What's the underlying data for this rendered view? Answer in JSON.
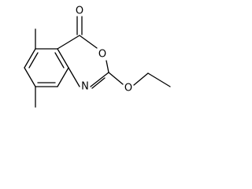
{
  "molecule": {
    "atoms": {
      "carbonyl_oxygen": "O",
      "ring_oxygen": "O",
      "ring_nitrogen": "N",
      "ether_oxygen": "O"
    }
  }
}
